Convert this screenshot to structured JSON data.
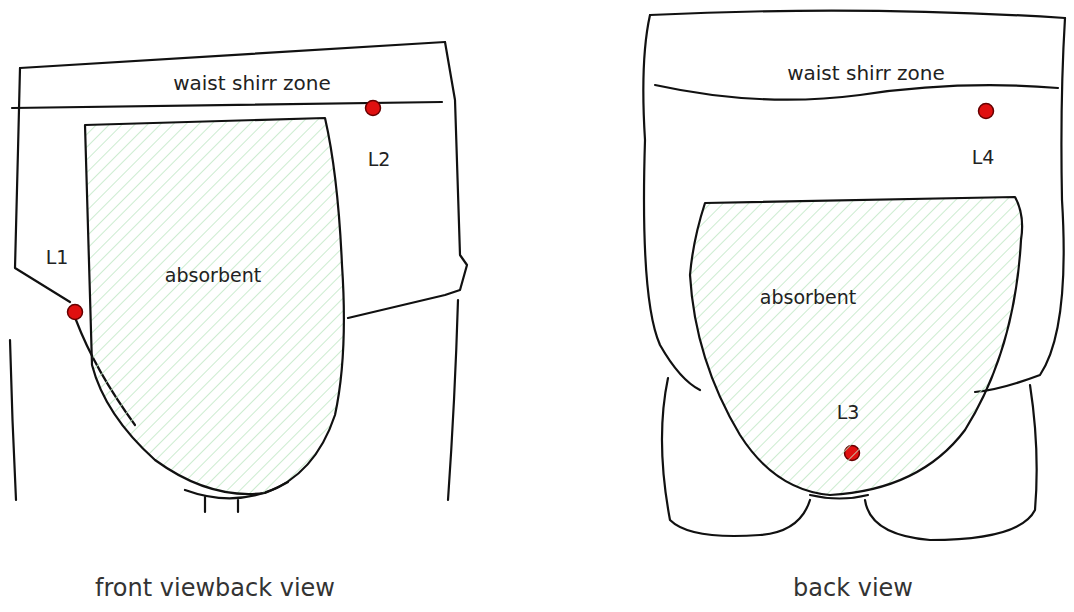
{
  "diagram": {
    "nodes": [
      {
        "text": [
          "waist shirr zone"
        ]
      },
      {
        "text": [
          "absorbent"
        ]
      },
      {
        "text": [
          "waist shirr zone"
        ]
      },
      {
        "text": [
          "absorbent"
        ]
      }
    ],
    "labels": [
      "L1",
      "L2",
      "L3",
      "L4",
      "front viewback view",
      "back view"
    ]
  }
}
